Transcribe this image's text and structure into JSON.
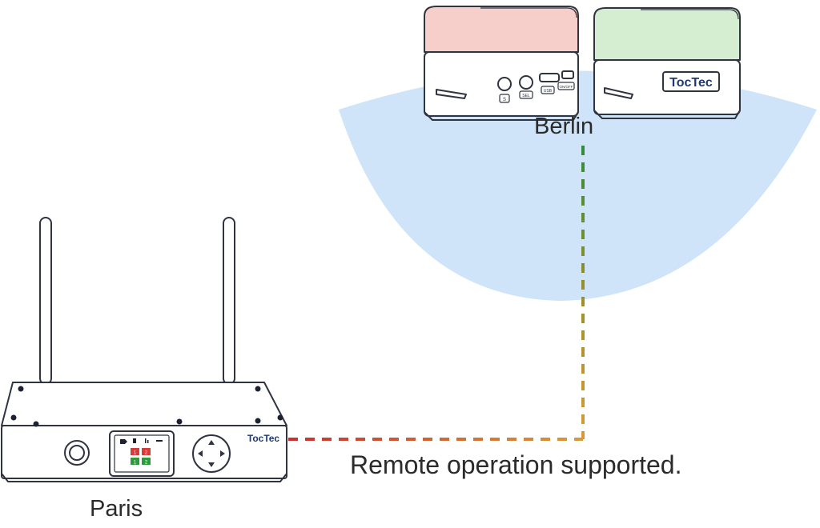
{
  "labels": {
    "berlin": "Berlin",
    "paris": "Paris",
    "remote": "Remote operation supported."
  },
  "devices": {
    "paris_controller": {
      "brand": "TocTec",
      "screen_buttons": [
        "1",
        "2",
        "1",
        "2"
      ]
    },
    "berlin_unit_red": {
      "port_labels": [
        "S",
        "SEL",
        "USB",
        "ON/OFF"
      ]
    },
    "berlin_unit_green": {
      "brand": "TocTec"
    }
  },
  "colors": {
    "coverage_area": "#cfe4f8",
    "unit_red_top": "#f6cfcb",
    "unit_green_top": "#d5edd0",
    "device_body": "#ffffff",
    "outline": "#2f3440",
    "link_start": "#c93030",
    "link_end": "#2e8b3a",
    "screen_red": "#d93a3a",
    "screen_green": "#2f9a3d"
  }
}
